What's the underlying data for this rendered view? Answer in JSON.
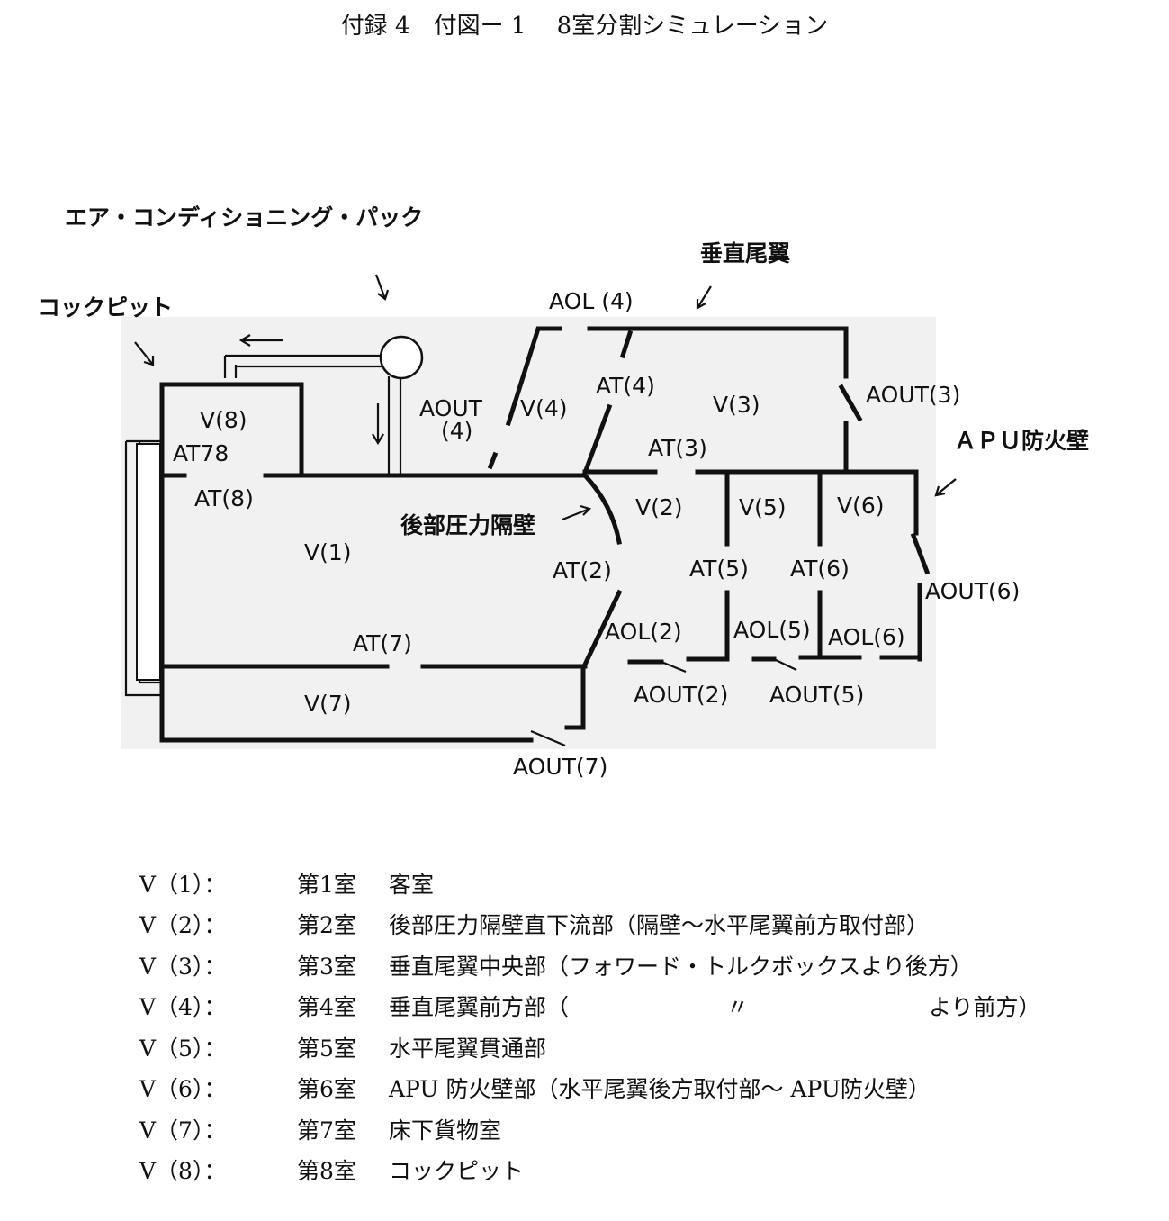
{
  "title": "付録 4　付図ー 1　 8室分割シミュレーション",
  "callouts": {
    "ac_pack": "エア・コンディショニング・パック",
    "cockpit": "コックピット",
    "vertical_tail": "垂直尾翼",
    "apu_firewall": "ＡＰＵ防火壁",
    "aft_bulkhead": "後部圧力隔壁"
  },
  "rooms": {
    "v1": "V(1)",
    "v2": "V(2)",
    "v3": "V(3)",
    "v4": "V(4)",
    "v5": "V(5)",
    "v6": "V(6)",
    "v7": "V(7)",
    "v8": "V(8)"
  },
  "openings": {
    "at78": "AT78",
    "at2": "AT(2)",
    "at3": "AT(3)",
    "at4": "AT(4)",
    "at5": "AT(5)",
    "at6": "AT(6)",
    "at7": "AT(7)",
    "at8": "AT(8)",
    "aol2": "AOL(2)",
    "aol4": "AOL (4)",
    "aol5": "AOL(5)",
    "aol6": "AOL(6)",
    "aout2": "AOUT(2)",
    "aout3": "AOUT(3)",
    "aout4_a": "AOUT",
    "aout4_b": "(4)",
    "aout5": "AOUT(5)",
    "aout6": "AOUT(6)",
    "aout7": "AOUT(7)"
  },
  "legend": [
    {
      "code": "V（1）：",
      "room": "第1室",
      "desc": "客室"
    },
    {
      "code": "V（2）：",
      "room": "第2室",
      "desc": "後部圧力隔壁直下流部（隔壁～水平尾翼前方取付部）"
    },
    {
      "code": "V（3）：",
      "room": "第3室",
      "desc": "垂直尾翼中央部（フォワード・トルクボックスより後方）"
    },
    {
      "code": "V（4）：",
      "room": "第4室",
      "desc": "垂直尾翼前方部（　　　　　　　〃　　　　　　　　より前方）"
    },
    {
      "code": "V（5）：",
      "room": "第5室",
      "desc": "水平尾翼貫通部"
    },
    {
      "code": "V（6）：",
      "room": "第6室",
      "desc": "APU 防火壁部（水平尾翼後方取付部～ APU防火壁）"
    },
    {
      "code": "V（7）：",
      "room": "第7室",
      "desc": "床下貨物室"
    },
    {
      "code": "V（8）：",
      "room": "第8室",
      "desc": "コックピット"
    }
  ]
}
